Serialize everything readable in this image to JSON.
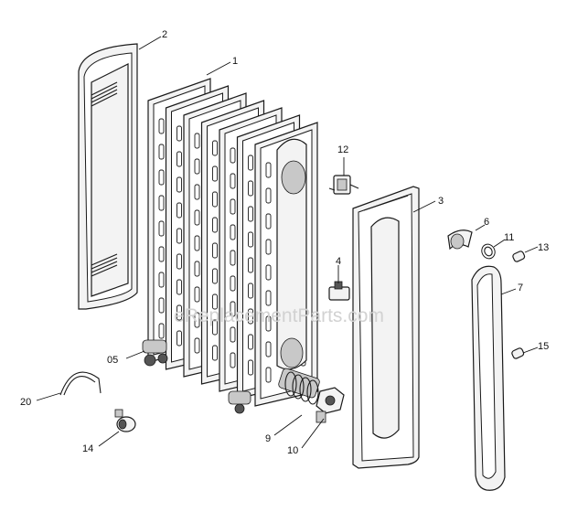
{
  "watermark": "eReplacementParts.com",
  "callouts": {
    "c1": "1",
    "c2": "2",
    "c3": "3",
    "c4": "4",
    "c05": "05",
    "c6": "6",
    "c7": "7",
    "c9": "9",
    "c10": "10",
    "c11": "11",
    "c12": "12",
    "c13": "13",
    "c14": "14",
    "c15": "15",
    "c20": "20"
  }
}
